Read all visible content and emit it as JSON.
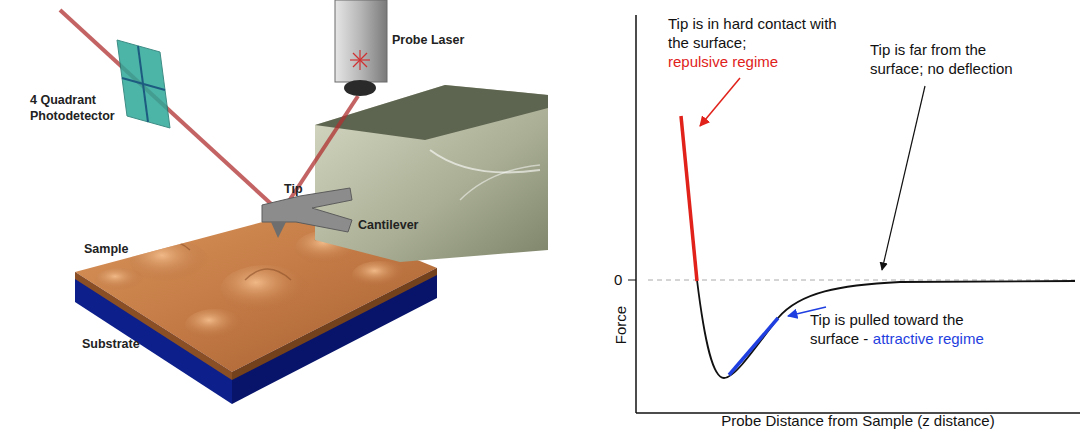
{
  "diagram": {
    "labels": [
      "Probe Laser",
      "4 Quadrant Photodetector",
      "Cantilever",
      "Tip",
      "Sample",
      "Substrate",
      "Tip is in hard contact with the surface;",
      "repulsive regime",
      "Tip is far from the surface; no deflection",
      "Tip is pulled toward the surface -",
      "attractive regime",
      "0",
      "Force",
      "Probe Distance from Sample (z distance)"
    ]
  }
}
